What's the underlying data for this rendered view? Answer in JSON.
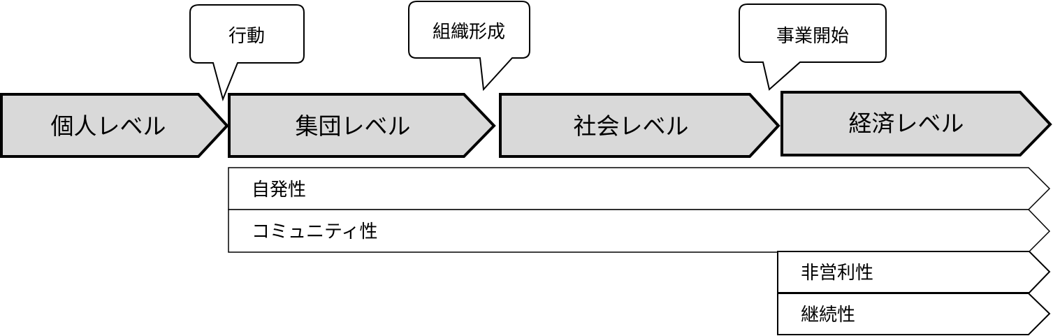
{
  "levels": [
    {
      "label": "個人レベル"
    },
    {
      "label": "集団レベル"
    },
    {
      "label": "社会レベル"
    },
    {
      "label": "経済レベル"
    }
  ],
  "callouts": [
    {
      "label": "行動"
    },
    {
      "label": "組織形成"
    },
    {
      "label": "事業開始"
    }
  ],
  "bars": [
    {
      "label": "自発性"
    },
    {
      "label": "コミュニティ性"
    },
    {
      "label": "非営利性"
    },
    {
      "label": "継続性"
    }
  ],
  "colors": {
    "level_fill": "#d9d9d9",
    "stroke": "#000000",
    "bar_fill": "#ffffff"
  }
}
